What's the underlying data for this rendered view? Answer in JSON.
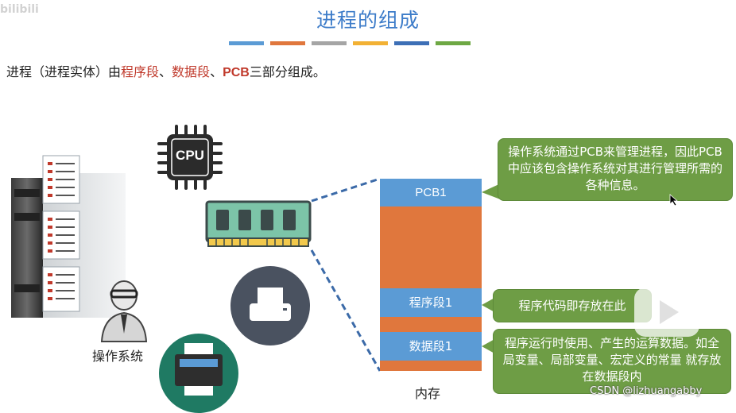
{
  "header": {
    "title": "进程的组成",
    "stripe_colors": [
      "#5b9bd5",
      "#e0773d",
      "#a5a5a5",
      "#f2b134",
      "#3d6fb6",
      "#6ea844"
    ],
    "watermark": "bilibili"
  },
  "intro": {
    "prefix": "进程（进程实体）由",
    "part1": "程序段",
    "sep1": "、",
    "part2": "数据段",
    "sep2": "、",
    "part3": "PCB",
    "suffix": "三部分组成。"
  },
  "icons": {
    "cpu_label": "CPU"
  },
  "labels": {
    "os": "操作系统",
    "memory": "内存"
  },
  "memory": {
    "pcb": "PCB1",
    "program": "程序段1",
    "data": "数据段1"
  },
  "callouts": {
    "pcb": "操作系统通过PCB来管理进程，因此PCB中应该包含操作系统对其进行管理所需的各种信息。",
    "program": "程序代码即存放在此",
    "data": "程序运行时使用、产生的运算数据。如全局变量、局部变量、宏定义的常量 就存放在数据段内"
  },
  "watermark": "CSDN @lizhuangabby",
  "colors": {
    "title": "#3d7cc9",
    "emphasis": "#c0392b",
    "segment_blue": "#5b9bd5",
    "memory_orange": "#e0773d",
    "callout_green": "#6e9d45"
  }
}
